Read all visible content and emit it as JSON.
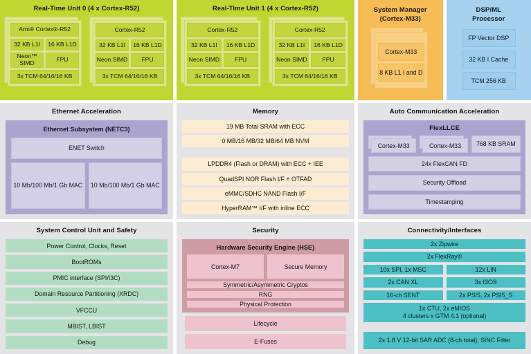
{
  "panels": {
    "rtu0": {
      "title": "Real-Time Unit 0 (4 x Cortex-R52)",
      "cores": [
        {
          "name": "Arm® Cortex®-R52",
          "l1i": "32 KB L1I",
          "l1d": "16 KB L1D",
          "simd": "Neon™ SIMD",
          "fpu": "FPU",
          "tcm": "3x TCM 64/16/16 KB"
        },
        {
          "name": "Cortex-R52",
          "l1i": "32 KB L1I",
          "l1d": "16 KB L1D",
          "simd": "Neon SIMD",
          "fpu": "FPU",
          "tcm": "3x TCM 64/16/16 KB"
        }
      ]
    },
    "rtu1": {
      "title": "Real-Time Unit 1 (4 x Cortex-R52)",
      "cores": [
        {
          "name": "Cortex-R52",
          "l1i": "32 KB L1I",
          "l1d": "16 KB L1D",
          "simd": "Neon SIMD",
          "fpu": "FPU",
          "tcm": "3x TCM 64/16/16 KB"
        },
        {
          "name": "Cortex-R52",
          "l1i": "32 KB L1I",
          "l1d": "16 KB L1D",
          "simd": "Neon SIMD",
          "fpu": "FPU",
          "tcm": "3x TCM 64/16/16 KB"
        }
      ]
    },
    "system_manager": {
      "title_line1": "System Manager",
      "title_line2": "(Cortex-M33)",
      "items": [
        "Cortex-M33",
        "8 KB L1 I and D"
      ]
    },
    "dsp_ml": {
      "title_line1": "DSP/ML",
      "title_line2": "Processor",
      "items": [
        "FP Vector DSP",
        "32 KB I Cache",
        "TCM 256 KB"
      ]
    },
    "ethernet": {
      "title": "Ethernet Acceleration",
      "subsystem_title": "Ethernet Subsystem (NETC3)",
      "switch": "ENET Switch",
      "macs": [
        "10 Mb/100 Mb/1 Gb MAC",
        "10 Mb/100 Mb/1 Gb MAC"
      ]
    },
    "memory": {
      "title": "Memory",
      "group1": [
        "19 MB Total SRAM with ECC",
        "0 MB/16 MB/32 MB/64 MB NVM"
      ],
      "group2": [
        "LPDDR4 (Flash or DRAM) with ECC + IEE",
        "QuadSPI NOR Flash I/F + OTFAD",
        "eMMC/SDHC NAND Flash I/F",
        "HyperRAM™ I/F with inline ECC"
      ]
    },
    "auto_comm": {
      "title": "Auto Communication Acceleration",
      "subsystem_title": "FlexLLCE",
      "top": [
        "Cortex-M33",
        "Cortex-M33",
        "768 KB SRAM"
      ],
      "rows": [
        "24x FlexCAN FD",
        "Security Offload",
        "Timestamping"
      ]
    },
    "system_control": {
      "title": "System Control Unit and Safety",
      "items": [
        "Power Control, Clocks, Reset",
        "BootROMs",
        "PMIC interface (SPI/I3C)",
        "Domain Resource Partitioning (XRDC)",
        "VFCCU",
        "MBIST, LBIST",
        "Debug"
      ]
    },
    "security": {
      "title": "Security",
      "hse_title": "Hardware Security Engine (HSE)",
      "hse_top": [
        "Cortex-M7",
        "Secure Memory"
      ],
      "hse_rows": [
        "Symmetric/Asymmetric Cryptos",
        "RNG",
        "Physical Protection"
      ],
      "tail": [
        "Lifecycle",
        "E-Fuses"
      ]
    },
    "connectivity": {
      "title": "Connectivity/Interfaces",
      "full1": "2x Zipwire",
      "full2": "2x FlexRay®",
      "pairs": [
        {
          "left": "10x SPI, 1x MSC",
          "right": "12x LIN"
        },
        {
          "left": "2x CAN XL",
          "right": "3x I3C®"
        },
        {
          "left": "16-ch SENT",
          "right": "2x PSI5, 2x PSI5_S"
        }
      ],
      "timer_line1": "1x CTU, 2x eMIOS",
      "timer_line2": "4 clusters x GTM 4.1 (optional)",
      "adc": "2x 1.8 V 12-bit SAR ADC (8-ch total), SINC Filter"
    }
  },
  "colors": {
    "green_rtu": "#bfd730",
    "orange": "#f6bc56",
    "blue": "#a7d2ef",
    "purple": "#aaa5cf",
    "cream": "#fbecd2",
    "mint": "#b3ddc3",
    "pink": "#eec3ce",
    "rose": "#cf9ca4",
    "teal": "#4cc0c4",
    "panel_gray": "#e4e4e6"
  }
}
